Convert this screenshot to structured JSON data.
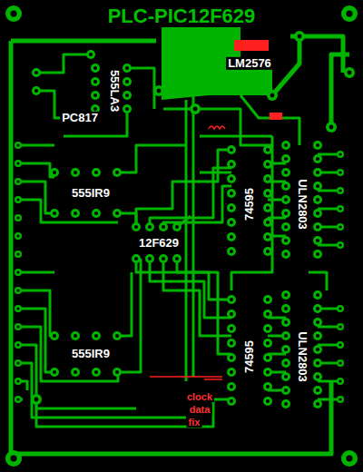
{
  "diagram": {
    "title": "PLC-PIC12F629",
    "labels": [
      "LM2576",
      "555LA3",
      "PC817",
      "555IR9",
      "12F629",
      "74595",
      "ULN2803",
      "555IR9",
      "74595",
      "ULN2803",
      "clock",
      "data",
      "fix"
    ]
  }
}
